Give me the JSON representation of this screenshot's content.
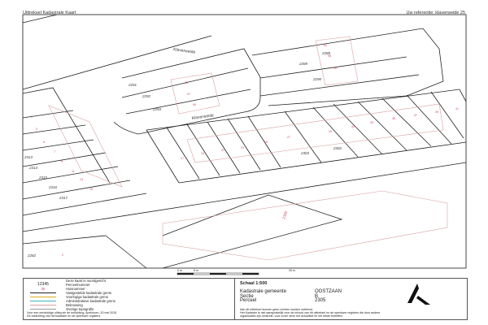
{
  "header": {
    "title": "Uittreksel Kadastrale Kaart",
    "reference": "Uw referentie: klaverweide 25"
  },
  "map": {
    "streets": [
      "Klaverweide",
      "Klaverweide"
    ],
    "parcels": [
      "2288",
      "2289",
      "2290",
      "2291",
      "2292",
      "2293",
      "2313",
      "2314",
      "2315",
      "2316",
      "2317",
      "2303",
      "2302",
      "2282",
      "2305"
    ],
    "house_numbers": [
      "95",
      "97",
      "99",
      "94",
      "96",
      "98",
      "1",
      "3",
      "5",
      "7",
      "9",
      "11",
      "13",
      "15",
      "17",
      "19",
      "21",
      "23",
      "25",
      "27",
      "29",
      "31",
      "33",
      "35",
      "37",
      "39",
      "41",
      "43",
      "45",
      "47",
      "49",
      "51",
      "2"
    ]
  },
  "scalebar": {
    "labels": [
      "0 m",
      "5 m",
      "25 m"
    ]
  },
  "legend": {
    "items": [
      {
        "sample": "",
        "label": "Deze kaart is noordgericht"
      },
      {
        "sample": "12345",
        "label": "Perceelnummer"
      },
      {
        "sample": "25",
        "label": "Huisnummer"
      },
      {
        "sample": "",
        "label": "Vastgestelde kadastrale grens",
        "color": "#222222"
      },
      {
        "sample": "",
        "label": "Voorlopige kadastrale grens",
        "color": "#e0b020"
      },
      {
        "sample": "",
        "label": "Administratieve kadastrale grens",
        "color": "#40b0c0"
      },
      {
        "sample": "",
        "label": "Bebouwing",
        "color": "#d9a0a0"
      },
      {
        "sample": "",
        "label": "Overige topografie",
        "color": "#999999"
      }
    ],
    "note1": "Voor een eenduidige uitleg zie de toelichting, Apeldoorn, 20 mei 2015",
    "note2": "De toelichting van het kadaster en de openbare registers"
  },
  "info": {
    "scale": "Schaal 1:500",
    "fields": [
      {
        "label": "Kadastrale gemeente",
        "value": "OOSTZAAN"
      },
      {
        "label": "Sectie",
        "value": "B"
      },
      {
        "label": "Perceel",
        "value": "2305"
      }
    ],
    "disclaimer1": "Aan dit uittreksel kunnen geen rechten worden ontleend.",
    "disclaimer2": "Het Kadaster is niet aansprakelijk voor de inhoud van dit uittreksel en de openbare registers die door andere",
    "disclaimer3": "organisaties zijn verstrekt, voor zover deze het actualiteit en het detail betreffen."
  },
  "colors": {
    "red": "#cc4455",
    "line": "#222222",
    "building": "#d9a0a0"
  }
}
